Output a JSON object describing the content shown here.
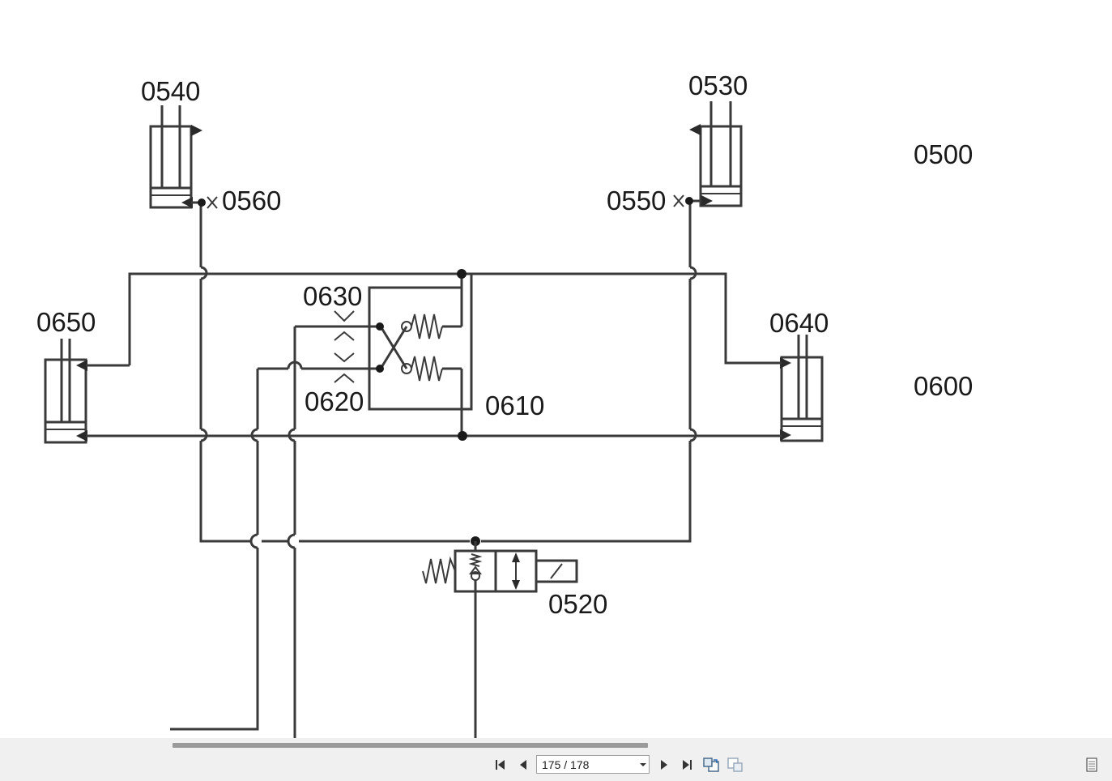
{
  "diagram": {
    "labels": {
      "l0540": "0540",
      "l0530": "0530",
      "l0500": "0500",
      "l0560": "0560",
      "l0550": "0550",
      "l0630": "0630",
      "l0650": "0650",
      "l0640": "0640",
      "l0600": "0600",
      "l0620": "0620",
      "l0610": "0610",
      "l0520": "0520"
    }
  },
  "toolbar": {
    "page_indicator": "175 / 178",
    "icons": {
      "first": "first-page-icon",
      "prev": "previous-page-icon",
      "next": "next-page-icon",
      "last": "last-page-icon",
      "back": "go-back-view-icon",
      "forward": "go-forward-view-icon",
      "layout": "page-layout-icon"
    }
  }
}
